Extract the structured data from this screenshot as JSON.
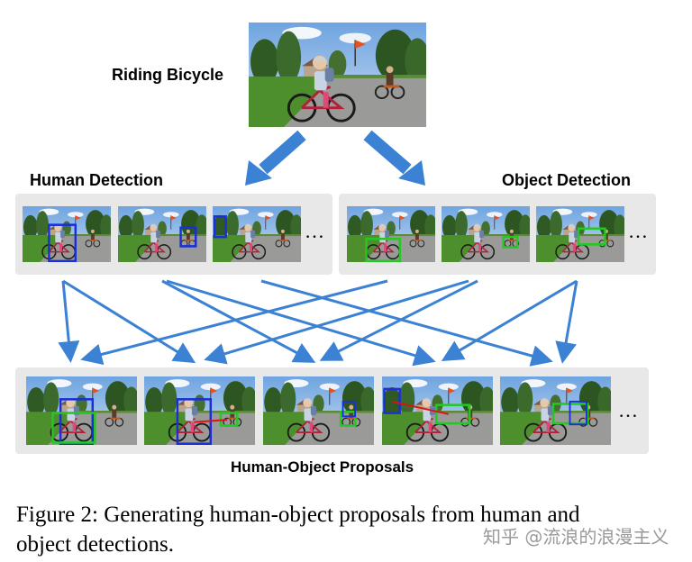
{
  "figure": {
    "input_label": "Riding Bicycle",
    "human_detection_label": "Human Detection",
    "object_detection_label": "Object Detection",
    "proposals_label": "Human-Object Proposals",
    "ellipsis": "…",
    "caption_line1": "Figure 2:  Generating human-object proposals from human and",
    "caption_line2": "object detections.",
    "watermark": "知乎 @流浪的浪漫主义"
  },
  "colors": {
    "arrow_blue": "#3b82d4",
    "human_box": "#1a2fd6",
    "object_box": "#22c922",
    "pair_line": "#e01010",
    "panel_bg": "#e8e8e8"
  },
  "icons": {
    "photo": "bicycle-photo",
    "arrow": "arrow-icon"
  }
}
